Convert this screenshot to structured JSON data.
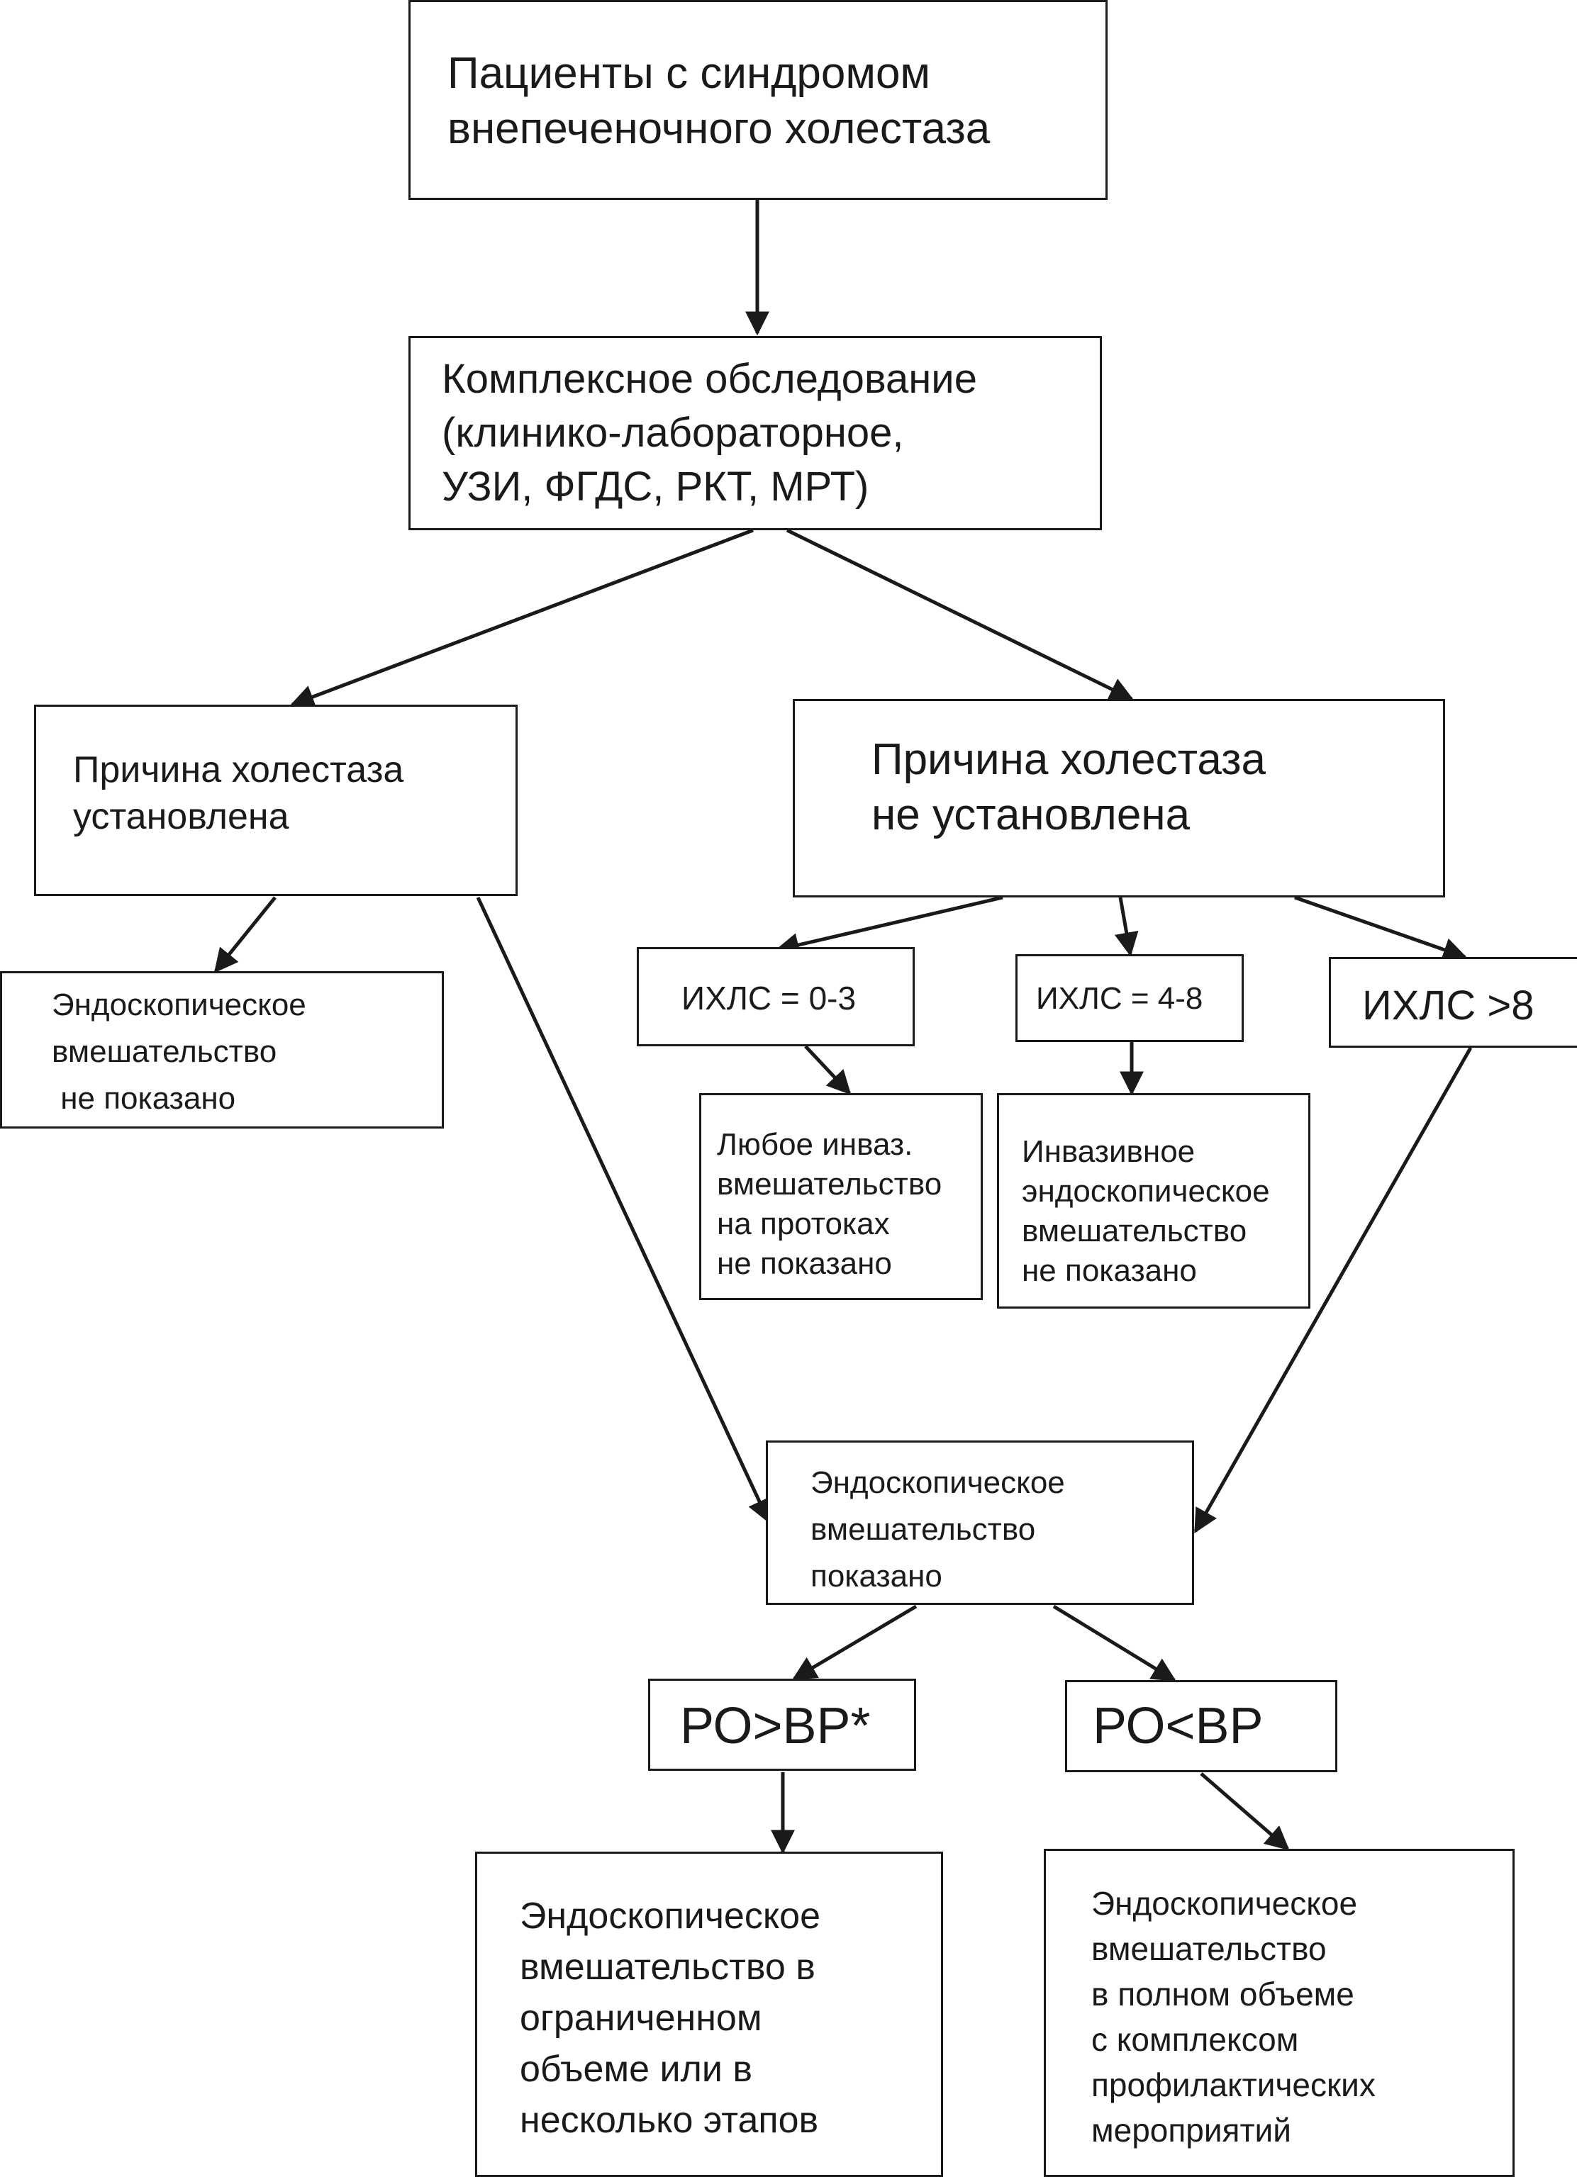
{
  "nodes": {
    "patients": {
      "text": "Пациенты с синдромом\nвнепеченочного холестаза"
    },
    "exam": {
      "text": "Комплексное обследование\n(клинико-лабораторное,\nУЗИ, ФГДС, РКТ, МРТ)"
    },
    "cause_known": {
      "text": "Причина холестаза\nустановлена"
    },
    "cause_unknown": {
      "text": "Причина холестаза\nне установлена"
    },
    "endo_not_indicated": {
      "text": "Эндоскопическое\nвмешательство\n не показано"
    },
    "ihls_0_3": {
      "text": "ИХЛС = 0-3"
    },
    "ihls_4_8": {
      "text": "ИХЛС = 4-8"
    },
    "ihls_gt8": {
      "text": "ИХЛС >8"
    },
    "any_invasive_not": {
      "text": "Любое инваз.\nвмешательство\nна протоках\nне показано"
    },
    "invasive_endo_not": {
      "text": "Инвазивное\nэндоскопическое\nвмешательство\nне показано"
    },
    "endo_indicated": {
      "text": "Эндоскопическое\nвмешательство\nпоказано"
    },
    "ro_gt_vr": {
      "text": "РО>ВР*"
    },
    "ro_lt_vr": {
      "text": "РО<ВР"
    },
    "endo_limited": {
      "text": "Эндоскопическое\nвмешательство в\nограниченном\nобъеме или в\nнесколько этапов"
    },
    "endo_full": {
      "text": "Эндоскопическое\nвмешательство\nв полном объеме\nс комплексом\nпрофилактических\nмероприятий"
    }
  },
  "edges": [
    {
      "from": "patients",
      "to": "exam"
    },
    {
      "from": "exam",
      "to": "cause_known"
    },
    {
      "from": "exam",
      "to": "cause_unknown"
    },
    {
      "from": "cause_known",
      "to": "endo_not_indicated"
    },
    {
      "from": "cause_known",
      "to": "endo_indicated"
    },
    {
      "from": "cause_unknown",
      "to": "ihls_0_3"
    },
    {
      "from": "cause_unknown",
      "to": "ihls_4_8"
    },
    {
      "from": "cause_unknown",
      "to": "ihls_gt8"
    },
    {
      "from": "ihls_0_3",
      "to": "any_invasive_not"
    },
    {
      "from": "ihls_4_8",
      "to": "invasive_endo_not"
    },
    {
      "from": "ihls_gt8",
      "to": "endo_indicated"
    },
    {
      "from": "endo_indicated",
      "to": "ro_gt_vr"
    },
    {
      "from": "endo_indicated",
      "to": "ro_lt_vr"
    },
    {
      "from": "ro_gt_vr",
      "to": "endo_limited"
    },
    {
      "from": "ro_lt_vr",
      "to": "endo_full"
    }
  ],
  "colors": {
    "stroke": "#1a1a1a",
    "background": "#ffffff"
  }
}
